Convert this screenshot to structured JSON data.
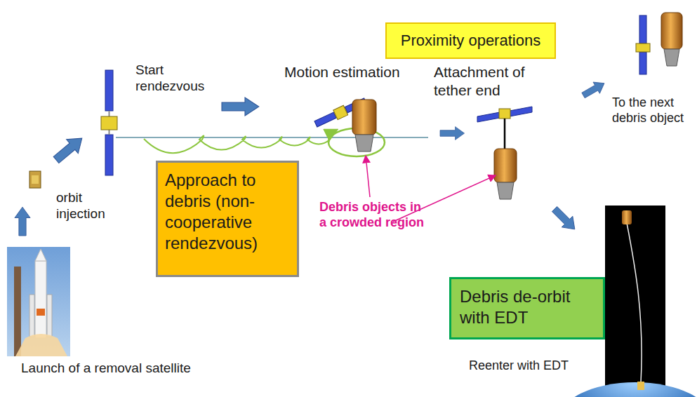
{
  "diagram": {
    "nodes": [
      {
        "text": [
          "Proximity operations"
        ]
      },
      {
        "text": [
          "Approach to debris (non-cooperative rendezvous)"
        ]
      },
      {
        "text": [
          "Debris de-orbit with EDT"
        ]
      }
    ],
    "labels": [
      "Start rendezvous",
      "Motion estimation",
      "Attachment of tether end",
      "orbit injection",
      "To the next debris object",
      "Debris objects in a crowded region",
      "Launch of a removal satellite",
      "Reenter with EDT"
    ]
  }
}
